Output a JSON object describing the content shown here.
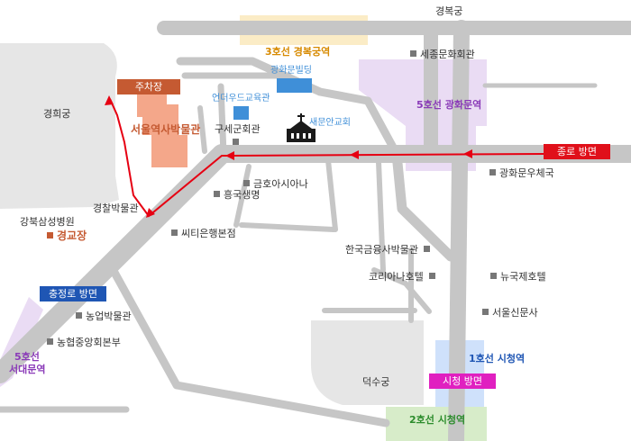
{
  "colors": {
    "road": "#c6c6c6",
    "park_gray": "#e6e6e6",
    "line1": "#cfe1fb",
    "line2": "#d7ecc9",
    "line3": "#fbecc6",
    "line5": "#eadcf4",
    "route": "#e60012",
    "museum": "#f4a78a",
    "building_blue": "#3f8fd8",
    "parking_box": "#c55a32",
    "direction_red": "#e0101a",
    "direction_blue": "#1f56b4",
    "direction_magenta": "#e020c0"
  },
  "labels": {
    "gyeongbokgung": "경복궁",
    "sejong_center": "세종문화회관",
    "gwanghwamun_building": "광화문빌딩",
    "underwood": "언더우드교육관",
    "saemunan_church": "새문안교회",
    "seoul_museum": "서울역사박물관",
    "gyeonghuigung": "경희궁",
    "gusegun_hall": "구세군회관",
    "kumho_asiana": "금호아시아나",
    "heungkuk_life": "흥국생명",
    "gwanghwamun_post": "광화문우체국",
    "police_museum": "경찰박물관",
    "kangbuk_samsung": "강북삼성병원",
    "gyeonggyojang": "경교장",
    "citibank": "씨티은행본점",
    "bank_museum": "한국금융사박물관",
    "korea_hotel": "코리아나호텔",
    "new_gukje_hotel": "뉴국제호텔",
    "seoul_shinmun": "서울신문사",
    "agri_museum": "농업박물관",
    "nh_hq": "농협중앙회본부",
    "deoksugung": "덕수궁",
    "parking": "주차장"
  },
  "stations": {
    "line3_gyeongbokgung": "3호선 경복궁역",
    "line5_gwanghwamun": "5호선 광화문역",
    "line5_seodaemun_line": "5호선",
    "line5_seodaemun_name": "서대문역",
    "line1_cityhall": "1호선 시청역",
    "line2_cityhall": "2호선 시청역"
  },
  "directions": {
    "jongno": "종로 방면",
    "chungjeongno": "충정로 방면",
    "cityhall": "시청 방면"
  }
}
